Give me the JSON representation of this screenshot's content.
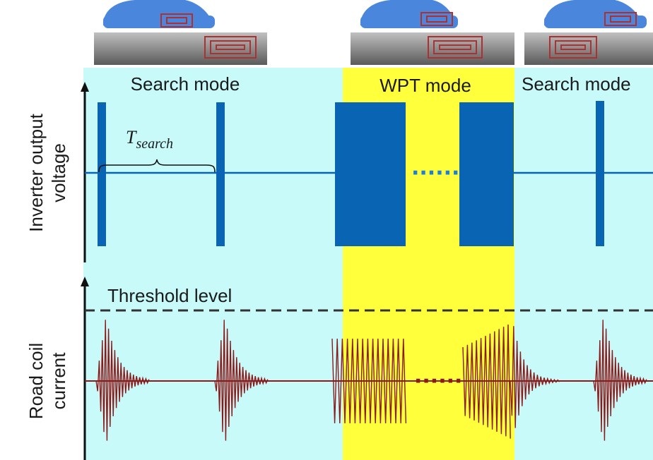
{
  "modes": {
    "search_left": "Search mode",
    "wpt": "WPT mode",
    "search_right": "Search mode"
  },
  "axes": {
    "top_ylabel_line1": "Inverter output",
    "top_ylabel_line2": "voltage",
    "bottom_ylabel_line1": "Road coil",
    "bottom_ylabel_line2": "current"
  },
  "annotations": {
    "t_search_main": "T",
    "t_search_sub": "search",
    "threshold": "Threshold level",
    "ellipsis": "······"
  },
  "colors": {
    "search_bg": "#c8fafa",
    "wpt_bg": "#ffff3c",
    "pulse_blue": "#0a64b4",
    "current_red": "#8b1a1a",
    "car_blue": "#4a86dc",
    "road_gray": "#8a8a8a",
    "coil_red": "#b03030"
  },
  "icons": {
    "car": "car-icon",
    "road": "road-segment-icon",
    "coil": "coil-icon"
  }
}
